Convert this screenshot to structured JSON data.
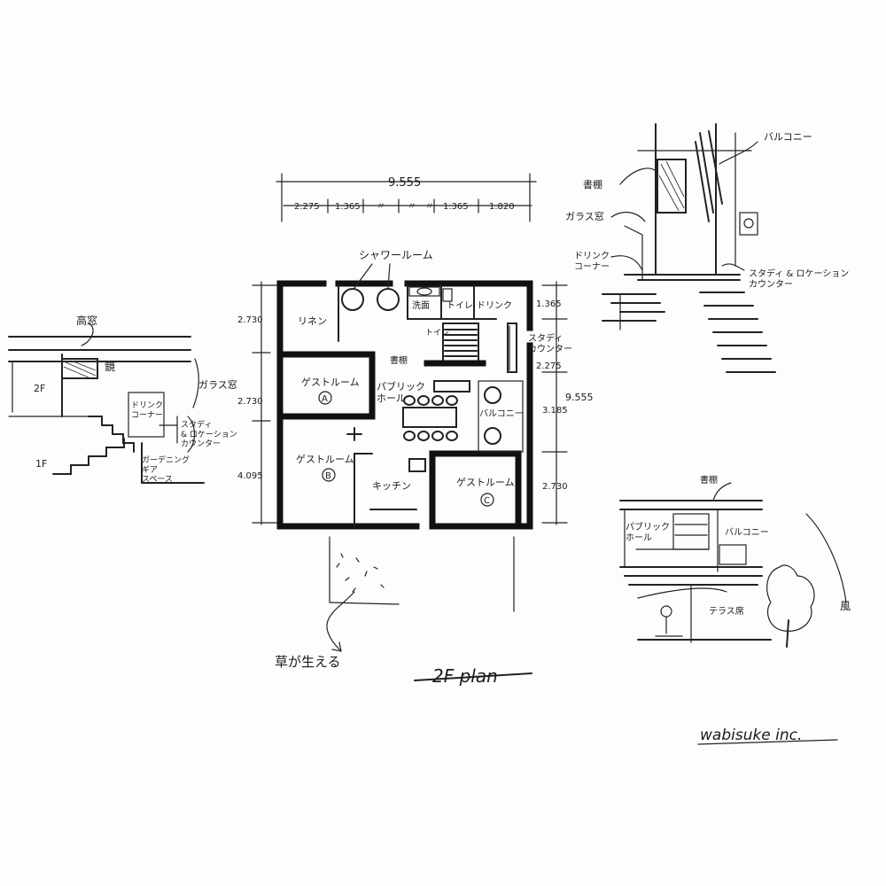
{
  "plan": {
    "title": "2F plan",
    "signature": "wabisuke inc.",
    "dims": {
      "total_top": "9.555",
      "sub_1": "2.275",
      "sub_2": "1.365",
      "sub_ditto_1": "〃",
      "sub_ditto_2": "〃",
      "sub_ditto_3": "〃",
      "sub_3": "1.365",
      "sub_4": "1.820",
      "left_1": "2.730",
      "left_2": "2.730",
      "left_3": "4.095",
      "right_total": "9.555",
      "right_1": "1.365",
      "right_2": "2.275",
      "right_3": "3.185",
      "right_4": "2.730"
    },
    "rooms": {
      "shower": "シャワールーム",
      "linen": "リネン",
      "washroom": "洗面",
      "toilet": "トイレ",
      "drink": "ドリンク",
      "toilet_small": "トイレ",
      "study_counter": "スタディ\nカウンター",
      "bookshelf": "書棚",
      "guest_a": "ゲストルーム",
      "guest_a_mark": "A",
      "public_hall": "パブリック\nホール",
      "balcony": "バルコニー",
      "guest_b": "ゲストルーム",
      "guest_b_mark": "B",
      "kitchen": "キッチン",
      "guest_c": "ゲストルーム",
      "guest_c_mark": "C",
      "grass": "草が生える"
    }
  },
  "left_section": {
    "high_window": "高窓",
    "floor_2": "2F",
    "mirror": "鏡",
    "glass_window": "ガラス窓",
    "drink_corner": "ドリンク\nコーナー",
    "study_counter": "スタディ\n& ロケーション\nカウンター",
    "floor_1": "1F",
    "gardening_space": "ガーデニング\nギア\nスペース"
  },
  "right_perspective": {
    "balcony": "バルコニー",
    "bookshelf": "書棚",
    "glass_window": "ガラス窓",
    "drink_corner": "ドリンク\nコーナー",
    "study_counter": "スタディ & ロケーション\nカウンター"
  },
  "right_section": {
    "bookshelf": "書棚",
    "public_hall": "パブリック\nホール",
    "balcony": "バルコニー",
    "terrace_seat": "テラス席",
    "wind": "風"
  }
}
